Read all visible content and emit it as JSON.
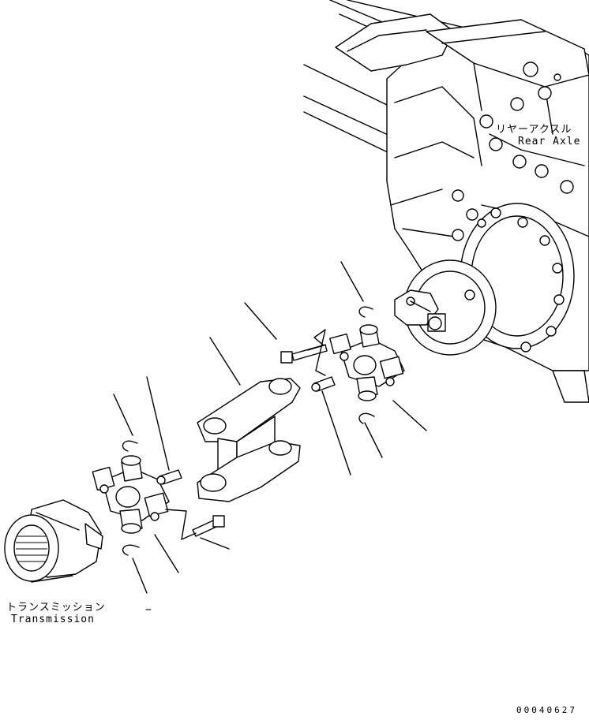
{
  "labels": {
    "rear_axle_jp": "リヤーアクスル",
    "rear_axle_en": "Rear Axle",
    "transmission_jp": "トランスミッション",
    "transmission_en": "Transmission",
    "dash": "−"
  },
  "drawing_code": "00040627"
}
